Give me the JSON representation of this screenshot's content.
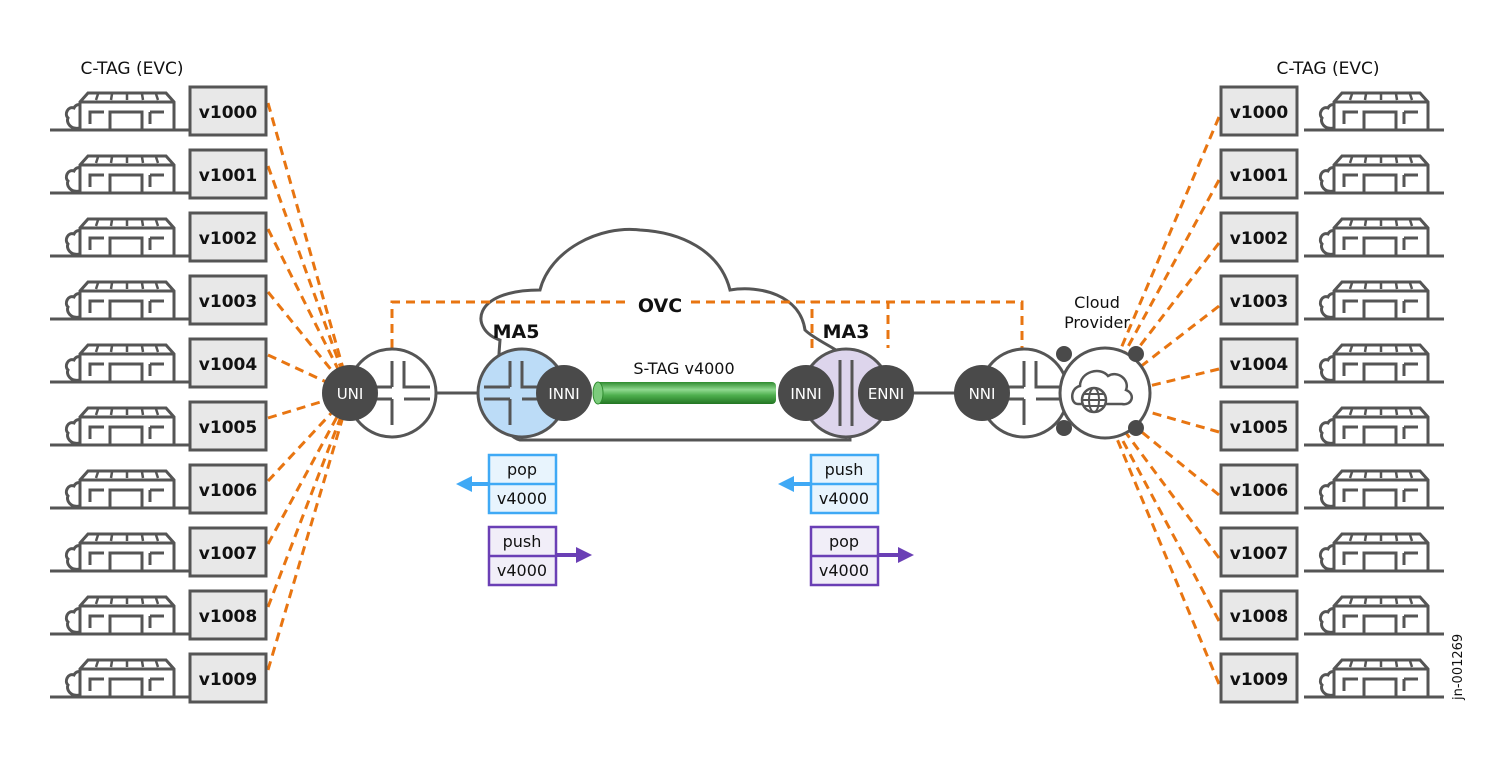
{
  "left": {
    "header": "C-TAG (EVC)",
    "tags": [
      "v1000",
      "v1001",
      "v1002",
      "v1003",
      "v1004",
      "v1005",
      "v1006",
      "v1007",
      "v1008",
      "v1009"
    ]
  },
  "right": {
    "header": "C-TAG (EVC)",
    "tags": [
      "v1000",
      "v1001",
      "v1002",
      "v1003",
      "v1004",
      "v1005",
      "v1006",
      "v1007",
      "v1008",
      "v1009"
    ]
  },
  "center": {
    "ovc_label": "OVC",
    "ma5_label": "MA5",
    "ma3_label": "MA3",
    "stag_label": "S-TAG v4000",
    "ports": {
      "uni": "UNI",
      "inni_left": "INNI",
      "inni_right": "INNI",
      "enni": "ENNI",
      "nni": "NNI"
    },
    "cloud_provider": [
      "Cloud",
      "Provider"
    ]
  },
  "operations": {
    "ma5_in": {
      "op": "pop",
      "tag": "v4000",
      "direction": "left"
    },
    "ma5_out": {
      "op": "push",
      "tag": "v4000",
      "direction": "right"
    },
    "ma3_in": {
      "op": "push",
      "tag": "v4000",
      "direction": "left"
    },
    "ma3_out": {
      "op": "pop",
      "tag": "v4000",
      "direction": "right"
    }
  },
  "figure_id": "jn-001269",
  "colors": {
    "dash": "#e87511",
    "device_gray": "#555555",
    "port_dark": "#4a4a4a",
    "ma5_fill": "#bcdcf7",
    "ma3_fill": "#ddd5ec",
    "tunnel_green": "#3a9a3a",
    "blue_op": "#3fa9f5",
    "purple_op": "#6a3fb5",
    "tag_fill": "#e8e8e8"
  }
}
